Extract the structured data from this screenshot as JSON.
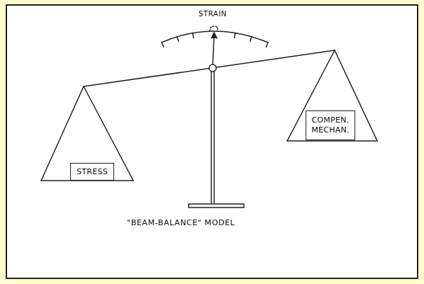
{
  "diagram": {
    "caption": "\"BEAM-BALANCE\" MODEL",
    "nodes": [
      {
        "text": [
          "STRESS"
        ]
      },
      {
        "text": [
          "COMPEN. MECHAN."
        ]
      }
    ],
    "labels": [
      "STRAIN"
    ]
  }
}
